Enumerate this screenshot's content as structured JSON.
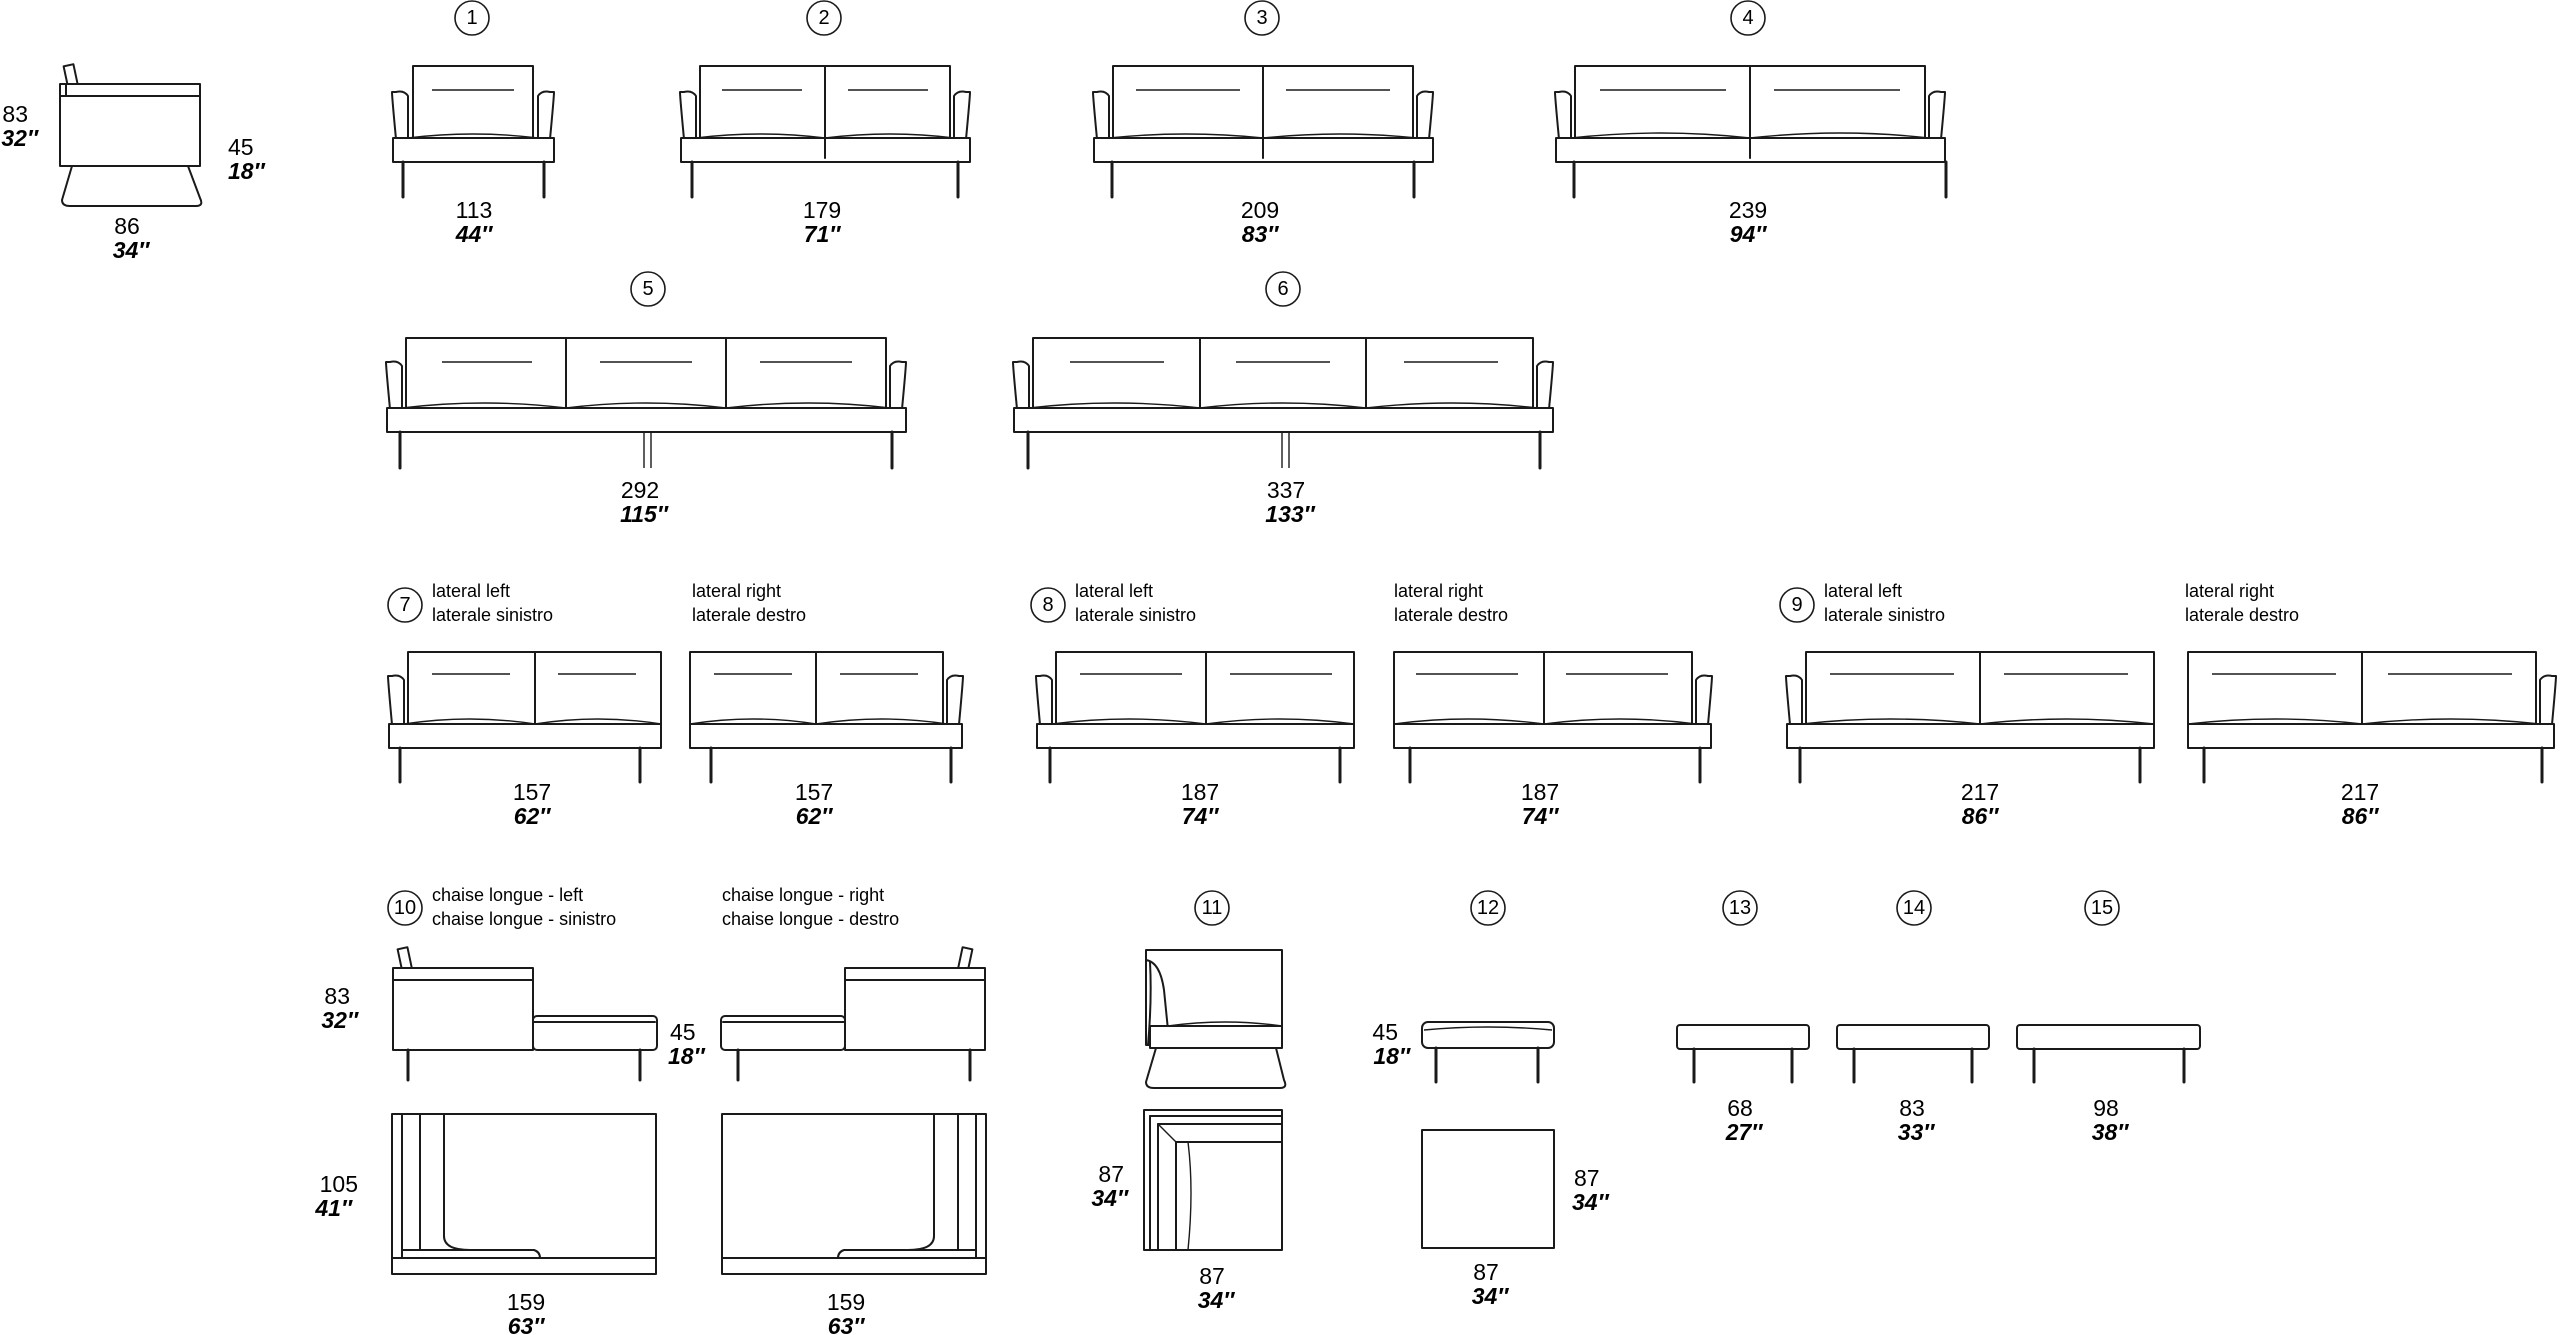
{
  "profile": {
    "height_cm": "83",
    "height_in": "32″",
    "seat_cm": "45",
    "seat_in": "18″",
    "depth_cm": "86",
    "depth_in": "34″"
  },
  "items": [
    {
      "num": "1",
      "cm": "113",
      "in": "44″"
    },
    {
      "num": "2",
      "cm": "179",
      "in": "71″"
    },
    {
      "num": "3",
      "cm": "209",
      "in": "83″"
    },
    {
      "num": "4",
      "cm": "239",
      "in": "94″"
    },
    {
      "num": "5",
      "cm": "292",
      "in": "115″"
    },
    {
      "num": "6",
      "cm": "337",
      "in": "133″"
    }
  ],
  "laterals": [
    {
      "num": "7",
      "left_cm": "157",
      "left_in": "62″",
      "right_cm": "157",
      "right_in": "62″"
    },
    {
      "num": "8",
      "left_cm": "187",
      "left_in": "74″",
      "right_cm": "187",
      "right_in": "74″"
    },
    {
      "num": "9",
      "left_cm": "217",
      "left_in": "86″",
      "right_cm": "217",
      "right_in": "86″"
    }
  ],
  "labels": {
    "lateral_left_1": "lateral left",
    "lateral_left_2": "laterale sinistro",
    "lateral_right_1": "lateral right",
    "lateral_right_2": "laterale destro",
    "chaise_left_1": "chaise longue - left",
    "chaise_left_2": "chaise longue - sinistro",
    "chaise_right_1": "chaise longue - right",
    "chaise_right_2": "chaise longue - destro"
  },
  "chaise": {
    "num": "10",
    "height_cm": "83",
    "height_in": "32″",
    "seat_cm": "45",
    "seat_in": "18″",
    "depth_cm": "105",
    "depth_in": "41″",
    "left_w_cm": "159",
    "left_w_in": "63″",
    "right_w_cm": "159",
    "right_w_in": "63″"
  },
  "corner": {
    "num": "11",
    "side_cm": "87",
    "side_in": "34″",
    "w_cm": "87",
    "w_in": "34″"
  },
  "ottoman": {
    "num": "12",
    "h_cm": "45",
    "h_in": "18″",
    "side_cm": "87",
    "side_in": "34″",
    "w_cm": "87",
    "w_in": "34″"
  },
  "benches": [
    {
      "num": "13",
      "cm": "68",
      "in": "27″"
    },
    {
      "num": "14",
      "cm": "83",
      "in": "33″"
    },
    {
      "num": "15",
      "cm": "98",
      "in": "38″"
    }
  ]
}
